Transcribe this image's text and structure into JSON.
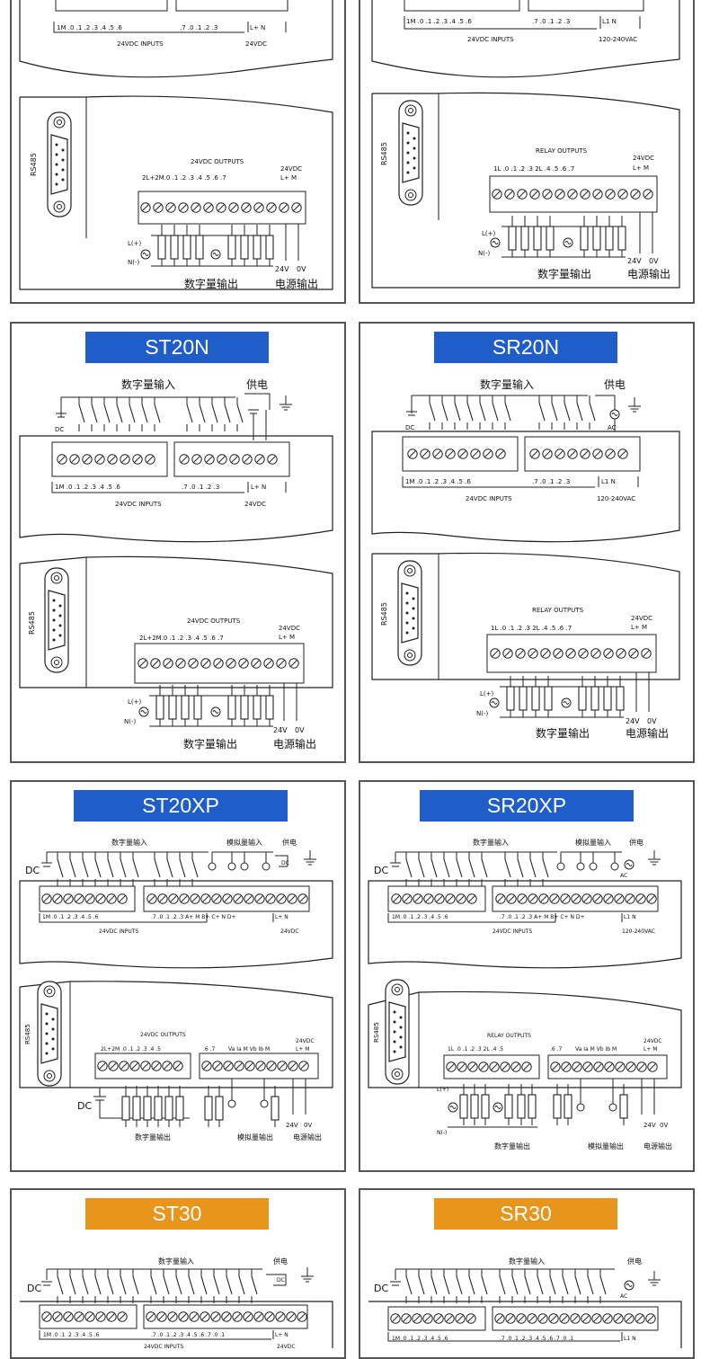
{
  "models": [
    {
      "id": "top-left",
      "title": "",
      "color": "",
      "cols": 3
    },
    {
      "id": "top-right",
      "title": "",
      "color": "",
      "cols": 3
    },
    {
      "id": "st20n",
      "title": "ST20N",
      "color": "#1f5ec8"
    },
    {
      "id": "sr20n",
      "title": "SR20N",
      "color": "#1f5ec8"
    },
    {
      "id": "st20xp",
      "title": "ST20XP",
      "color": "#1f5ec8"
    },
    {
      "id": "sr20xp",
      "title": "SR20XP",
      "color": "#1f5ec8"
    },
    {
      "id": "st30",
      "title": "ST30",
      "color": "#e8951c"
    },
    {
      "id": "sr30",
      "title": "SR30",
      "color": "#e8951c"
    }
  ],
  "labels": {
    "digital_input": "数字量输入",
    "analog_input": "模拟量输入",
    "power_supply": "供电",
    "digital_output": "数字量输出",
    "analog_output": "模拟量输出",
    "power_output": "电源输出",
    "inputs_24vdc": "24VDC INPUTS",
    "outputs_24vdc": "24VDC OUTPUTS",
    "relay_outputs": "RELAY OUTPUTS",
    "rs485": "RS485",
    "v24dc": "24VDC",
    "vac": "120-240VAC",
    "v24v": "24V",
    "v0v": "0V",
    "dc": "DC",
    "ac": "AC",
    "l_plus_n": "L+ N",
    "l1_n": "L1 N",
    "l_plus_m": "L+ M",
    "l_plus_marker": "L(+)",
    "n_minus_marker": "N(-)",
    "in_row_a": "1M .0 .1 .2 .3 .4 .5 .6",
    "in_row_b": ".7 .0 .1 .2 .3",
    "out_row_t": "2L+2M.0 .1 .2 .3 .4 .5 .6 .7",
    "out_row_r": "1L .0 .1 .2 .3 2L .4 .5 .6 .7",
    "xp_in_row_b": ".7 .0 .1 .2 .3  A+ M  B+ C+ N  D+",
    "xp_out_t": "2L+2M .0 .1 .2 .3 .4 .5",
    "xp_out_r": "1L .0 .1 .2 .3 2L .4 .5",
    "xp_out_b": ".6 .7",
    "xp_ana_out": "Va Ia M Vb Ib M",
    "st30_in_b": ".7 .0 .1 .2 .3 .4 .5 .6 .7 .0 .1",
    "sr30_in_b": ".7 .0 .1 .2 .3 .4 .5 .6 .7 .0 .1"
  }
}
